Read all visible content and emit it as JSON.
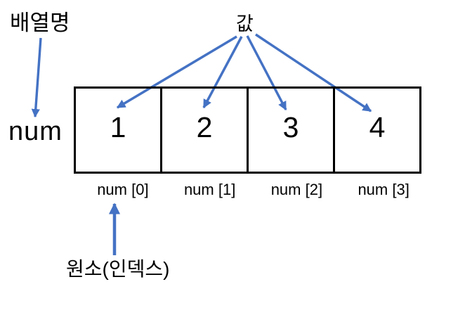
{
  "colors": {
    "arrow": "#4472C4",
    "border": "#000000",
    "text": "#000000",
    "background": "#FFFFFF"
  },
  "labels": {
    "array_name_pointer": "배열명",
    "value_pointer": "값",
    "array_variable": "num",
    "element_index_pointer": "원소(인덱스)"
  },
  "array": {
    "cells": [
      {
        "value": "1",
        "index_label": "num [0]"
      },
      {
        "value": "2",
        "index_label": "num [1]"
      },
      {
        "value": "3",
        "index_label": "num [2]"
      },
      {
        "value": "4",
        "index_label": "num [3]"
      }
    ]
  }
}
